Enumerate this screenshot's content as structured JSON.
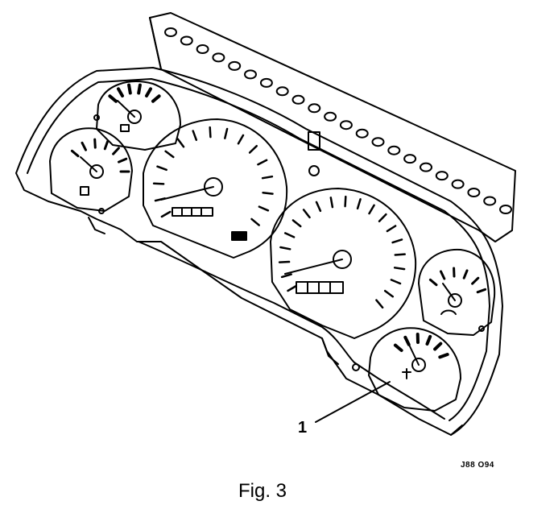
{
  "figure": {
    "caption": "Fig. 3",
    "reference_code": "J88 O94",
    "callouts": [
      {
        "label": "1"
      }
    ]
  }
}
